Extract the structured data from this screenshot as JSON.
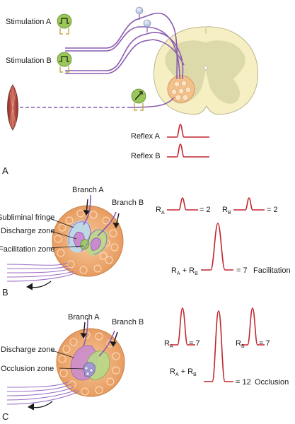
{
  "panels": {
    "a": {
      "letter": "A",
      "stimulation_a": "Stimulation A",
      "stimulation_b": "Stimulation B",
      "reflex_a": "Reflex A",
      "reflex_b": "Reflex B"
    },
    "b": {
      "letter": "B",
      "branch_a": "Branch A",
      "branch_b": "Branch B",
      "subliminal_fringe": "Subliminal fringe",
      "discharge_zone": "Discharge zone",
      "facilitation_zone": "Facilitation zone",
      "ra": "R",
      "ra_sub": "A",
      "ra_value": "= 2",
      "rb": "R",
      "rb_sub": "B",
      "rb_value": "= 2",
      "sum_r1": "R",
      "sum_a": "A",
      "sum_plus": " + R",
      "sum_b": "B",
      "sum_value": "= 7",
      "sum_label": "Facilitation"
    },
    "c": {
      "letter": "C",
      "branch_a": "Branch A",
      "branch_b": "Branch B",
      "discharge_zone": "Discharge zone",
      "occlusion_zone": "Occlusion zone",
      "ra": "R",
      "ra_sub": "A",
      "ra_value": "= 7",
      "rb": "R",
      "rb_sub": "B",
      "rb_value": "= 7",
      "sum_r1": "R",
      "sum_a": "A",
      "sum_plus": " + R",
      "sum_b": "B",
      "sum_value": "= 12",
      "sum_label": "Occlusion"
    }
  },
  "colors": {
    "trace": "#c0262d",
    "nerve": "#8a5bb0",
    "cord_outer": "#f6efc4",
    "cord_gray": "#d9d7a8",
    "pool_orange": "#f1b27a",
    "discharge_blue": "#b8dcef",
    "facilitation_green": "#b8d98a",
    "electrode_green": "#9ac758",
    "muscle_red": "#b9493f"
  },
  "icons": [
    "stimulator-a-icon",
    "stimulator-b-icon",
    "recorder-icon",
    "muscle-icon",
    "spinal-cord-icon",
    "neuron-pool-icon"
  ]
}
